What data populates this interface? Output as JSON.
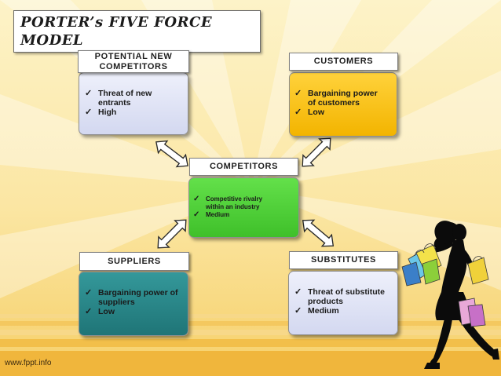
{
  "title": {
    "line1": "PORTER’s FIVE FORCE",
    "line2": "MODEL"
  },
  "nodes": {
    "potential": {
      "header_line1": "POTENTIAL NEW",
      "header_line2": "COMPETITORS",
      "items": [
        "Threat of new entrants",
        "High"
      ],
      "color": "#dfe3f6"
    },
    "customers": {
      "header": "CUSTOMERS",
      "items": [
        "Bargaining power of customers",
        "Low"
      ],
      "color": "#f8c319"
    },
    "competitors": {
      "header": "COMPETITORS",
      "items": [
        "Competitive rivalry within an industry",
        "Medium"
      ],
      "color": "#55d63c"
    },
    "suppliers": {
      "header": "SUPPLIERS",
      "items": [
        "Bargaining power of suppliers",
        "Low"
      ],
      "color": "#2c8a8c"
    },
    "substitutes": {
      "header": "SUBSTITUTES",
      "items": [
        "Threat of substitute products",
        "Medium"
      ],
      "color": "#dfe3f6"
    }
  },
  "footer": "www.fppt.info"
}
